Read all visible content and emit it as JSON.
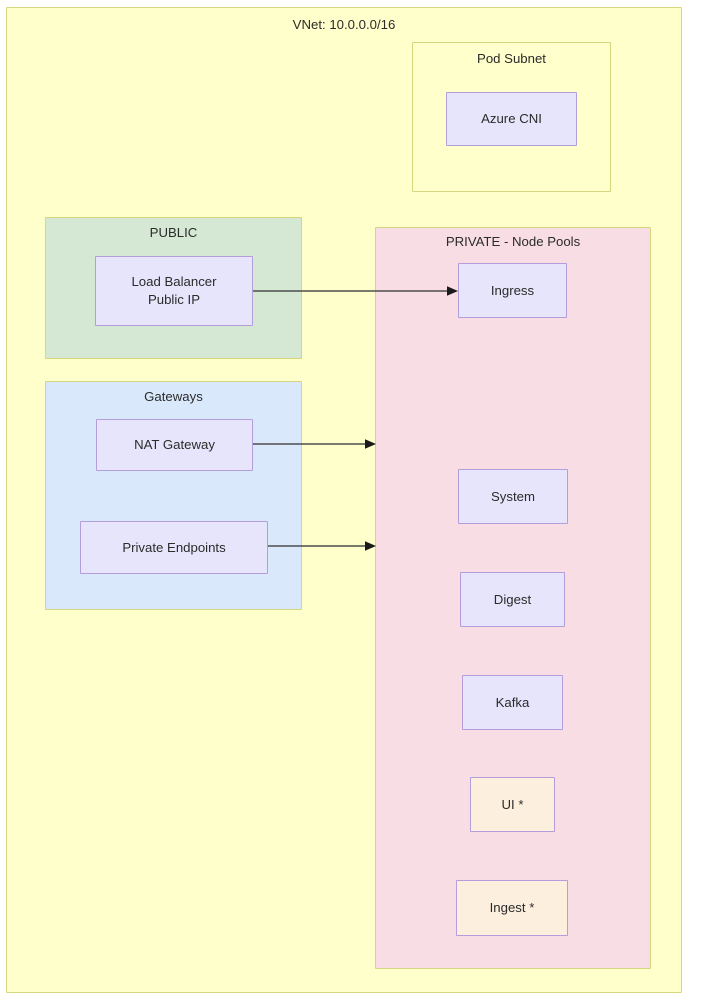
{
  "diagram": {
    "title": "VNet: 10.0.0.0/16",
    "type": "azure-network-architecture"
  },
  "zones": {
    "vnet": {
      "label": "VNet: 10.0.0.0/16",
      "fill": "#ffffcc",
      "stroke": "#d6d67f"
    },
    "pod_subnet": {
      "label": "Pod Subnet",
      "fill": "#ffffcc",
      "stroke": "#d6d67f"
    },
    "public": {
      "label": "PUBLIC",
      "fill": "#d5e8d4",
      "stroke": "#d6d67f"
    },
    "gateways": {
      "label": "Gateways",
      "fill": "#dae8fc",
      "stroke": "#d6d67f"
    },
    "private": {
      "label": "PRIVATE - Node Pools",
      "fill": "#f8dde5",
      "stroke": "#d6d67f"
    }
  },
  "nodes": {
    "azure_cni": {
      "label": "Azure CNI",
      "fill": "#e7e5fb",
      "stroke": "#b39ddb"
    },
    "load_balancer": {
      "label": "Load Balancer\nPublic IP",
      "fill": "#e7e5fb",
      "stroke": "#b39ddb"
    },
    "nat_gateway": {
      "label": "NAT Gateway",
      "fill": "#e7e5fb",
      "stroke": "#b39ddb"
    },
    "private_endpoints": {
      "label": "Private Endpoints",
      "fill": "#e7e5fb",
      "stroke": "#b39ddb"
    }
  },
  "node_pools": [
    {
      "label": "Ingress",
      "fill": "#e7e5fb",
      "stroke": "#b39ddb"
    },
    {
      "label": "System",
      "fill": "#e7e5fb",
      "stroke": "#b39ddb"
    },
    {
      "label": "Digest",
      "fill": "#e7e5fb",
      "stroke": "#b39ddb"
    },
    {
      "label": "Kafka",
      "fill": "#e7e5fb",
      "stroke": "#b39ddb"
    },
    {
      "label": "UI *",
      "fill": "#fcefdd",
      "stroke": "#b39ddb"
    },
    {
      "label": "Ingest *",
      "fill": "#fcefdd",
      "stroke": "#b39ddb"
    }
  ],
  "connections": [
    {
      "from": "load_balancer",
      "to": "ingress",
      "style": "arrow",
      "color": "#4d4d4d"
    },
    {
      "from": "nat_gateway",
      "to": "private",
      "style": "arrow",
      "color": "#4d4d4d"
    },
    {
      "from": "private_endpoints",
      "to": "private",
      "style": "arrow",
      "color": "#4d4d4d"
    }
  ]
}
